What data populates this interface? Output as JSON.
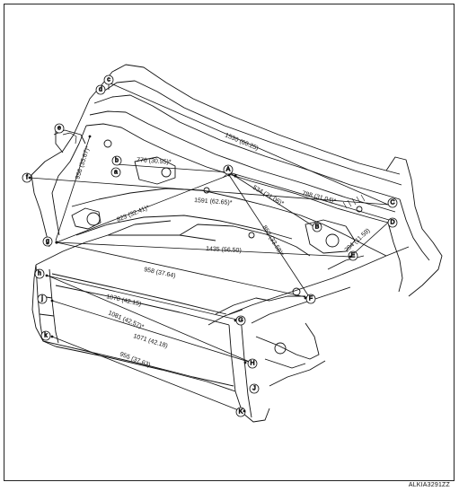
{
  "figure_id": "ALKIA3291ZZ",
  "dimensions": [
    {
      "key": "d1530",
      "text": "1530 (60.25)"
    },
    {
      "key": "d776",
      "text": "776 (30.55)*"
    },
    {
      "key": "d956",
      "text": "956 (35.67)*"
    },
    {
      "key": "d788",
      "text": "788 (31.04)*"
    },
    {
      "key": "d1591",
      "text": "1591 (62.65)*"
    },
    {
      "key": "d534",
      "text": "534 (21.06)*"
    },
    {
      "key": "d823",
      "text": "823 (32.41)*"
    },
    {
      "key": "d852",
      "text": "852 (33.58)*"
    },
    {
      "key": "d294",
      "text": "294 (11.59)"
    },
    {
      "key": "d1435",
      "text": "1435 (56.50)"
    },
    {
      "key": "d958",
      "text": "958 (37.64)"
    },
    {
      "key": "d1070",
      "text": "1070 (42.15)"
    },
    {
      "key": "d1081",
      "text": "1081 (42.57)*"
    },
    {
      "key": "d1071",
      "text": "1071 (42.18)"
    },
    {
      "key": "d955",
      "text": "955 (37.63)"
    }
  ],
  "points": [
    {
      "key": "A",
      "label": "A"
    },
    {
      "key": "B",
      "label": "B"
    },
    {
      "key": "C",
      "label": "C"
    },
    {
      "key": "D",
      "label": "D"
    },
    {
      "key": "E",
      "label": "E"
    },
    {
      "key": "F",
      "label": "F"
    },
    {
      "key": "G",
      "label": "G"
    },
    {
      "key": "H",
      "label": "H"
    },
    {
      "key": "J",
      "label": "J"
    },
    {
      "key": "K",
      "label": "K"
    },
    {
      "key": "a",
      "label": "a"
    },
    {
      "key": "b",
      "label": "b"
    },
    {
      "key": "c",
      "label": "c"
    },
    {
      "key": "d",
      "label": "d"
    },
    {
      "key": "e",
      "label": "e"
    },
    {
      "key": "f",
      "label": "f"
    },
    {
      "key": "g",
      "label": "g"
    },
    {
      "key": "h",
      "label": "h"
    },
    {
      "key": "j",
      "label": "j"
    },
    {
      "key": "k",
      "label": "k"
    }
  ]
}
